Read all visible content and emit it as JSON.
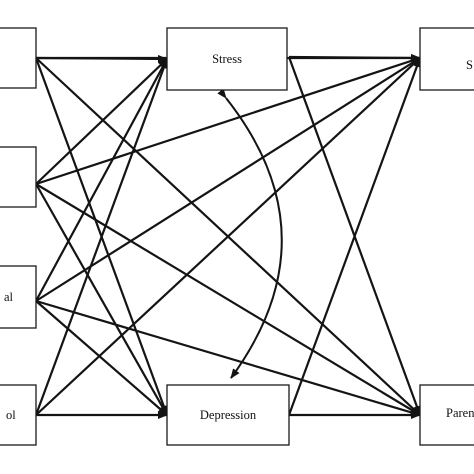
{
  "diagram": {
    "nodes": {
      "p1": "",
      "p2": "",
      "p3": "al",
      "p4": "ol",
      "m1": "Stress",
      "m2": "Depression",
      "o1": "S",
      "o2": "Paren"
    },
    "edges": [
      {
        "from": "p1",
        "to": "m1"
      },
      {
        "from": "p1",
        "to": "m2"
      },
      {
        "from": "p1",
        "to": "o2"
      },
      {
        "from": "p2",
        "to": "m1"
      },
      {
        "from": "p2",
        "to": "m2"
      },
      {
        "from": "p2",
        "to": "o1"
      },
      {
        "from": "p2",
        "to": "o2"
      },
      {
        "from": "p3",
        "to": "m1"
      },
      {
        "from": "p3",
        "to": "m2"
      },
      {
        "from": "p3",
        "to": "o1"
      },
      {
        "from": "p3",
        "to": "o2"
      },
      {
        "from": "p4",
        "to": "m1"
      },
      {
        "from": "p4",
        "to": "m2"
      },
      {
        "from": "p4",
        "to": "o1"
      },
      {
        "from": "p1",
        "to": "o1"
      },
      {
        "from": "m1",
        "to": "o1"
      },
      {
        "from": "m1",
        "to": "o2"
      },
      {
        "from": "m2",
        "to": "o1"
      },
      {
        "from": "m2",
        "to": "o2"
      }
    ],
    "correlations": [
      {
        "between": [
          "m1",
          "m2"
        ]
      }
    ]
  }
}
